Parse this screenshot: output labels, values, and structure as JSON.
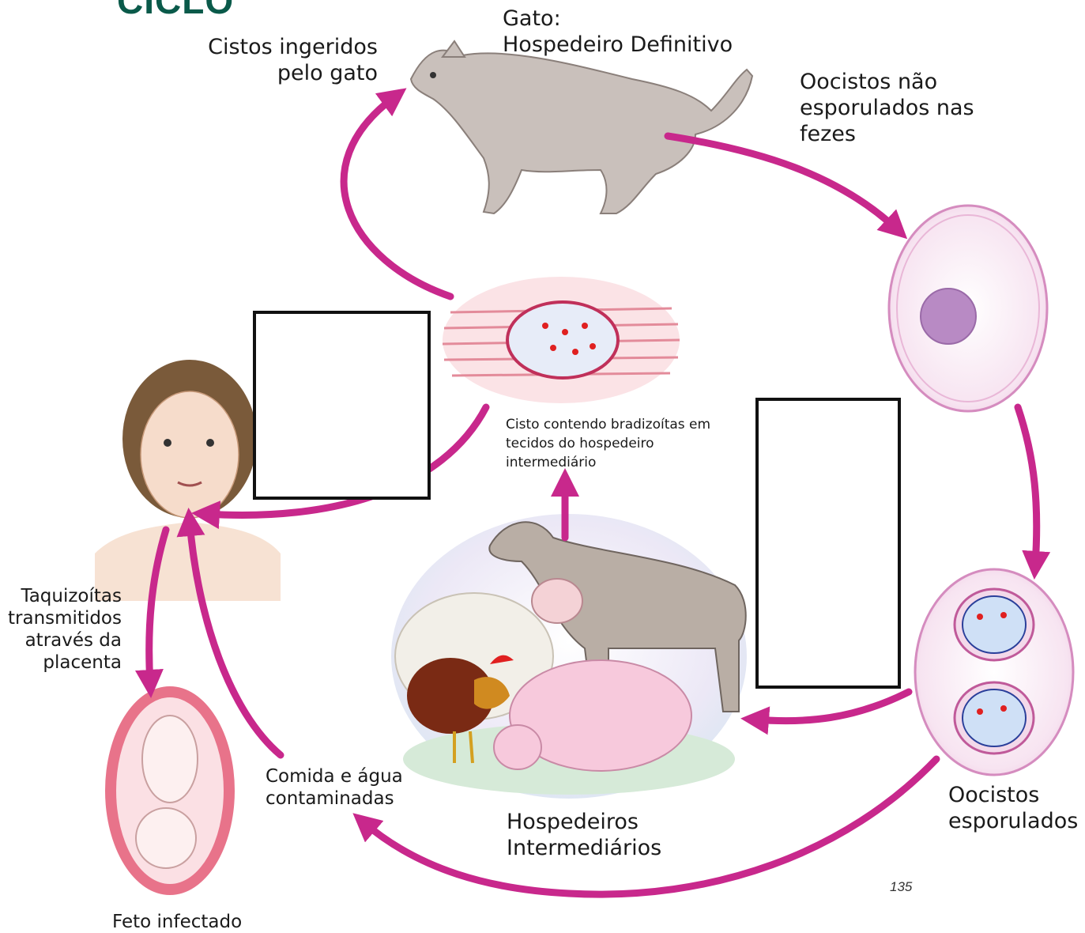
{
  "header": {
    "title": "CICLO"
  },
  "labels": {
    "cat_host": "Gato:\nHospedeiro Definitivo",
    "cysts_ingested": "Cistos ingeridos\npelo gato",
    "unsporulated": "Oocistos não\nesporulados nas\nfezes",
    "cyst_tissue": "Cisto contendo bradizoítas em\ntecidos do hospedeiro\nintermediário",
    "tachyzoites": "Taquizoítas\ntransmitidos\natravés da\nplacenta",
    "infected_fetus": "Feto infectado",
    "contaminated": "Comida e água\ncontaminadas",
    "intermediate_hosts": "Hospedeiros\nIntermediários",
    "sporulated": "Oocistos\nesporulados"
  },
  "footer": {
    "page_number": "135"
  },
  "colors": {
    "arrow": "#c8288c",
    "title": "#0a5a4a"
  }
}
